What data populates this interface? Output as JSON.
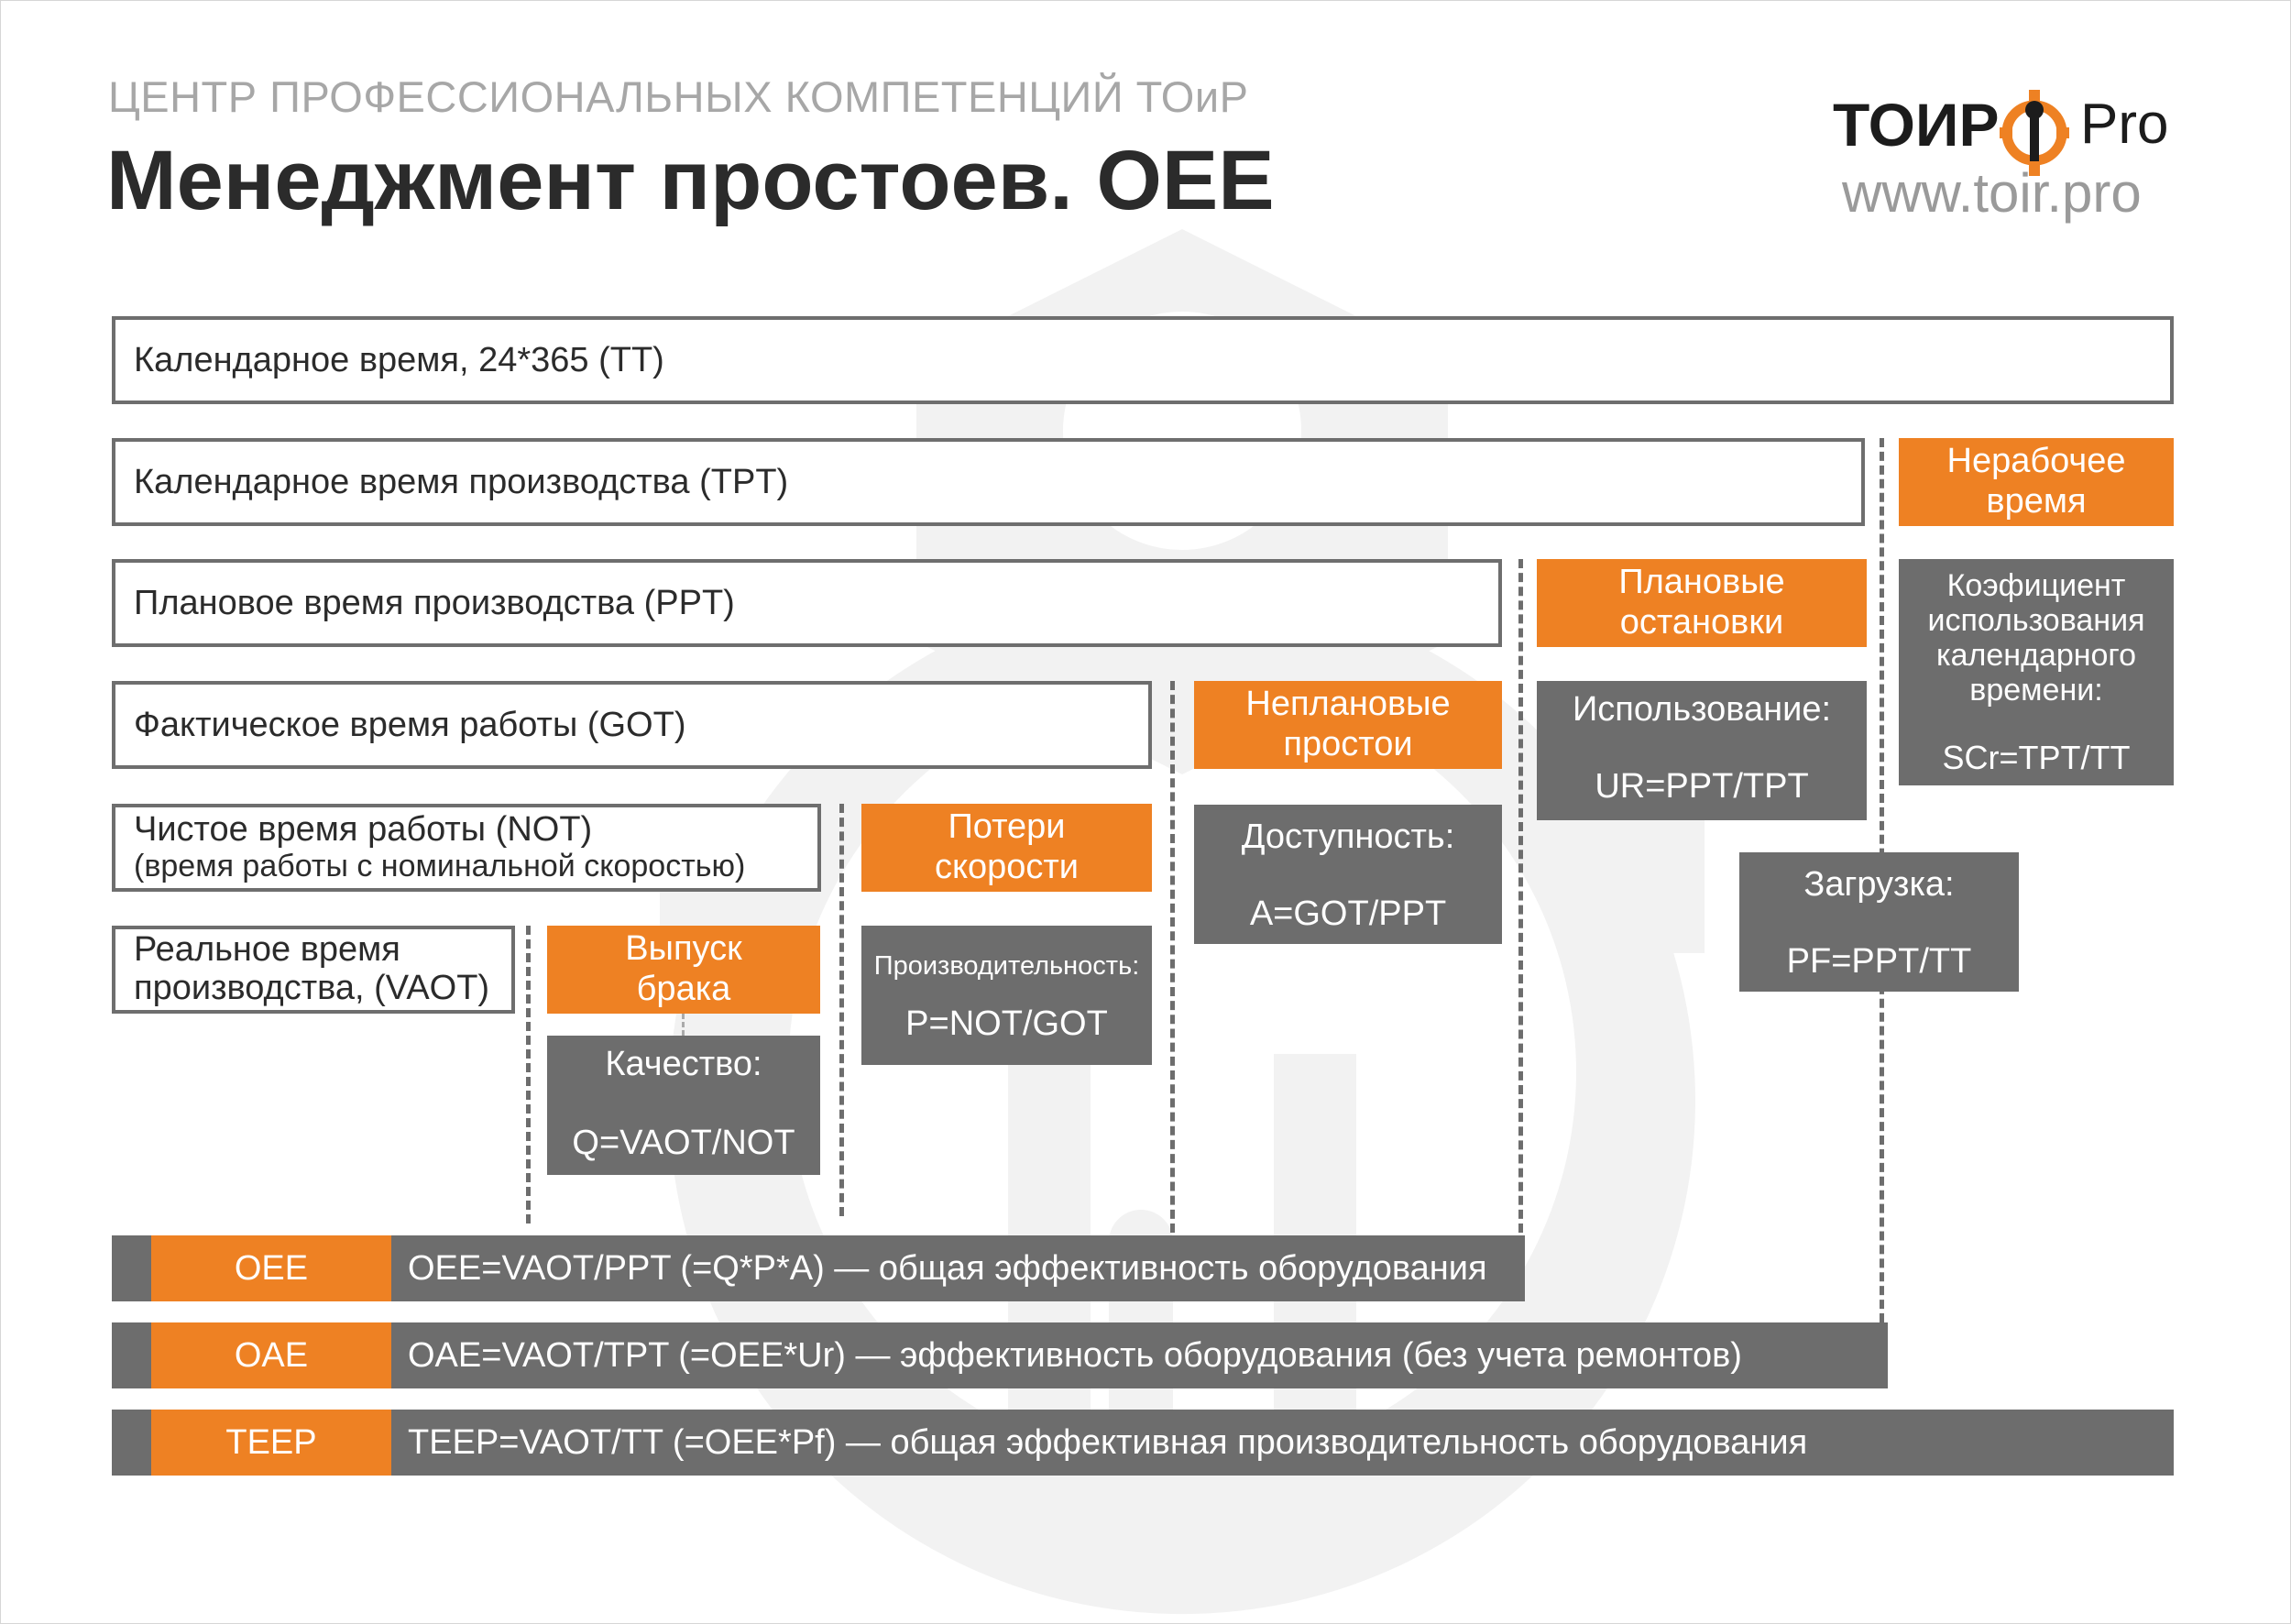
{
  "header": {
    "subtitle": "ЦЕНТР ПРОФЕССИОНАЛЬНЫХ КОМПЕТЕНЦИЙ ТОиР",
    "title": "Менеджмент простоев. OEE"
  },
  "logo": {
    "left": "ТОИР",
    "right": "Pro",
    "url": "www.toir.pro"
  },
  "timeline": {
    "tt": "Календарное время, 24*365 (TT)",
    "tpt": "Календарное время производства (TPT)",
    "ppt": "Плановое время производства (PPT)",
    "got": "Фактическое время работы (GOT)",
    "not_line1": "Чистое время работы (NOT)",
    "not_line2": "(время работы с номинальной скоростью)",
    "vaot_line1": "Реальное время",
    "vaot_line2": "производства, (VAOT)"
  },
  "losses": {
    "nonworking_1": "Нерабочее",
    "nonworking_2": "время",
    "planned_1": "Плановые",
    "planned_2": "остановки",
    "unplanned_1": "Неплановые",
    "unplanned_2": "простои",
    "speed_1": "Потери",
    "speed_2": "скорости",
    "defects_1": "Выпуск",
    "defects_2": "брака"
  },
  "metrics": {
    "scr_1": "Коэфициент",
    "scr_2": "использования",
    "scr_3": "календарного",
    "scr_4": "времени:",
    "scr_formula": "SCr=TPT/TT",
    "ur_label": "Использование:",
    "ur_formula": "UR=PPT/TPT",
    "pf_label": "Загрузка:",
    "pf_formula": "PF=PPT/TT",
    "a_label": "Доступность:",
    "a_formula": "A=GOT/PPT",
    "p_label": "Производительность:",
    "p_formula": "P=NOT/GOT",
    "q_label": "Качество:",
    "q_formula": "Q=VAOT/NOT"
  },
  "summary": [
    {
      "tag": "OEE",
      "text": "OEE=VAOT/PPT (=Q*P*A) — общая эффективность оборудования"
    },
    {
      "tag": "OAE",
      "text": "OAE=VAOT/TPT (=OEE*Ur) — эффективность оборудования (без учета ремонтов)"
    },
    {
      "tag": "TEEP",
      "text": "TEEP=VAOT/TT (=OEE*Pf) — общая эффективная производительность оборудования"
    }
  ],
  "colors": {
    "orange": "#ee8123",
    "gray": "#6d6d6d",
    "border": "#6e6e6e"
  }
}
